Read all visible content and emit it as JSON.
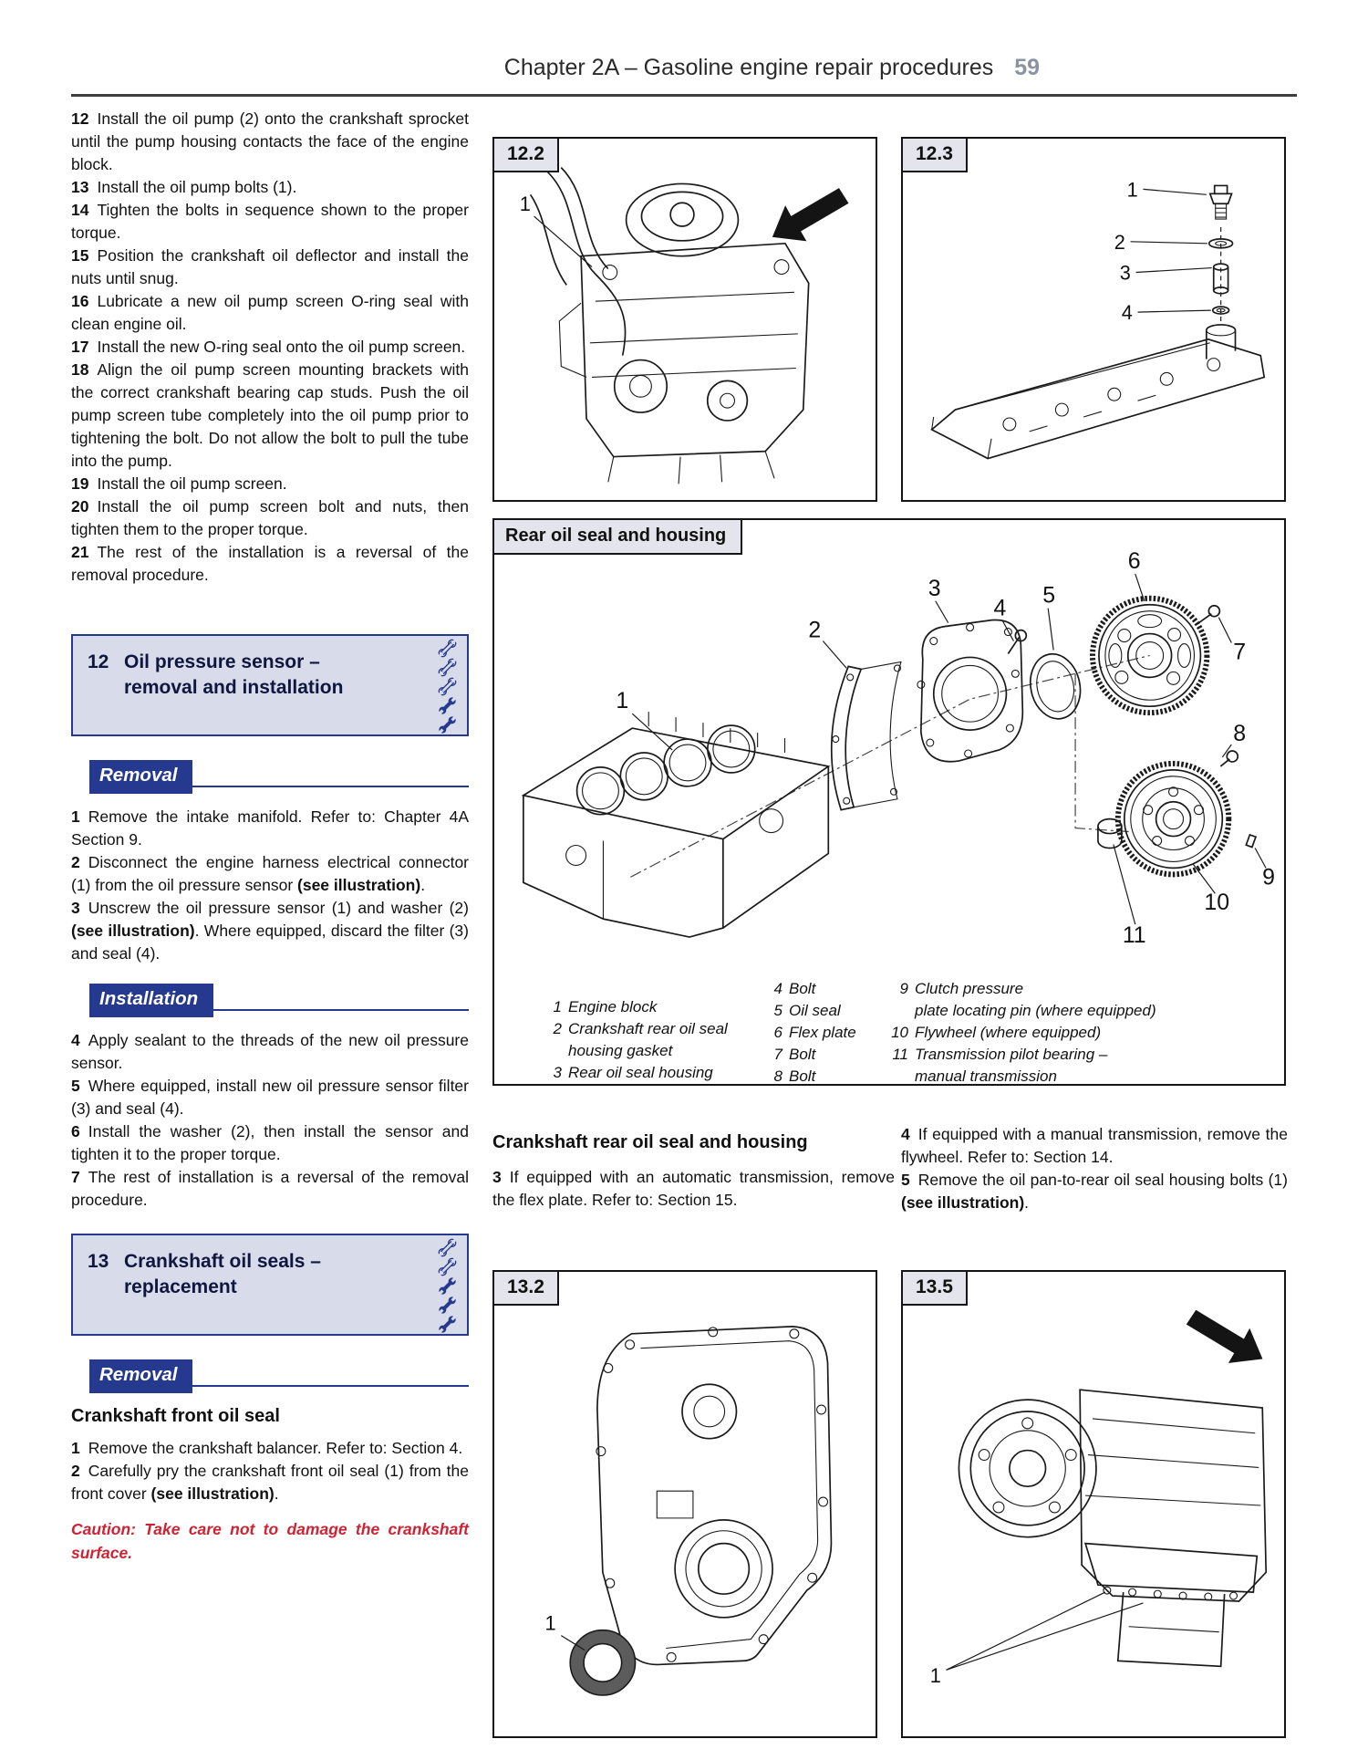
{
  "page": {
    "header_title": "Chapter 2A – Gasoline engine repair procedures",
    "page_number": "59"
  },
  "colors": {
    "accent_blue": "#253a8e",
    "panel_bg": "#d8dbe9",
    "caution_red": "#cf2233",
    "page_number_gray": "#8a93a2"
  },
  "left": {
    "steps_top": [
      {
        "num": "12",
        "segs": [
          {
            "t": "Install the oil pump (2) onto the crankshaft sprocket until the pump housing contacts the face of the engine block.",
            "b": false
          }
        ]
      },
      {
        "num": "13",
        "segs": [
          {
            "t": "Install the oil pump bolts (1).",
            "b": false
          }
        ]
      },
      {
        "num": "14",
        "segs": [
          {
            "t": "Tighten the bolts in sequence shown to the proper torque.",
            "b": false
          }
        ]
      },
      {
        "num": "15",
        "segs": [
          {
            "t": "Position the crankshaft oil deflector and install the nuts until snug.",
            "b": false
          }
        ]
      },
      {
        "num": "16",
        "segs": [
          {
            "t": "Lubricate a new oil pump screen O-ring seal with clean engine oil.",
            "b": false
          }
        ]
      },
      {
        "num": "17",
        "segs": [
          {
            "t": "Install the new O-ring seal onto the oil pump screen.",
            "b": false
          }
        ]
      },
      {
        "num": "18",
        "segs": [
          {
            "t": "Align the oil pump screen mounting brackets with the correct crankshaft bearing cap studs. Push the oil pump screen tube completely into the oil pump prior to tightening the bolt. Do not allow the bolt to pull the tube into the pump.",
            "b": false
          }
        ]
      },
      {
        "num": "19",
        "segs": [
          {
            "t": "Install the oil pump screen.",
            "b": false
          }
        ]
      },
      {
        "num": "20",
        "segs": [
          {
            "t": "Install the oil pump screen bolt and nuts, then tighten them to the proper torque.",
            "b": false
          }
        ]
      },
      {
        "num": "21",
        "segs": [
          {
            "t": "The rest of the installation is a reversal of the removal procedure.",
            "b": false
          }
        ]
      }
    ],
    "section_12": {
      "num": "12",
      "title": "Oil pressure sensor –\nremoval and installation",
      "spanners_filled": 2,
      "spanners_total": 5
    },
    "removal_heading": "Removal",
    "removal_steps": [
      {
        "num": "1",
        "segs": [
          {
            "t": "Remove the intake manifold. Refer to: Chapter 4A Section 9.",
            "b": false
          }
        ]
      },
      {
        "num": "2",
        "segs": [
          {
            "t": "Disconnect the engine harness electrical connector (1) from the oil pressure sensor ",
            "b": false
          },
          {
            "t": "(see illustration)",
            "b": true
          },
          {
            "t": ".",
            "b": false
          }
        ]
      },
      {
        "num": "3",
        "segs": [
          {
            "t": "Unscrew the oil pressure sensor (1) and washer (2) ",
            "b": false
          },
          {
            "t": "(see illustration)",
            "b": true
          },
          {
            "t": ". Where equipped, discard the filter (3) and seal (4).",
            "b": false
          }
        ]
      }
    ],
    "installation_heading": "Installation",
    "installation_steps": [
      {
        "num": "4",
        "segs": [
          {
            "t": "Apply sealant to the threads of the new oil pressure sensor.",
            "b": false
          }
        ]
      },
      {
        "num": "5",
        "segs": [
          {
            "t": "Where equipped, install new oil pressure sensor filter (3) and seal (4).",
            "b": false
          }
        ]
      },
      {
        "num": "6",
        "segs": [
          {
            "t": "Install the washer (2), then install the sensor and tighten it to the proper torque.",
            "b": false
          }
        ]
      },
      {
        "num": "7",
        "segs": [
          {
            "t": "The rest of installation is a reversal of the removal procedure.",
            "b": false
          }
        ]
      }
    ],
    "section_13": {
      "num": "13",
      "title": "Crankshaft oil seals –\nreplacement",
      "spanners_filled": 3,
      "spanners_total": 5
    },
    "removal2_heading": "Removal",
    "front_seal_heading": "Crankshaft front oil seal",
    "front_seal_steps": [
      {
        "num": "1",
        "segs": [
          {
            "t": "Remove the crankshaft balancer. Refer to: Section 4.",
            "b": false
          }
        ]
      },
      {
        "num": "2",
        "segs": [
          {
            "t": "Carefully pry the crankshaft front oil seal (1) from the front cover ",
            "b": false
          },
          {
            "t": "(see illustration)",
            "b": true
          },
          {
            "t": ".",
            "b": false
          }
        ]
      }
    ],
    "caution": "Caution: Take care not to damage the crankshaft surface."
  },
  "middle": {
    "rear_heading": "Crankshaft rear oil seal and housing",
    "rear_steps": [
      {
        "num": "3",
        "segs": [
          {
            "t": "If equipped with an automatic transmission, remove the flex plate. Refer to: Section 15.",
            "b": false
          }
        ]
      }
    ],
    "right_steps": [
      {
        "num": "4",
        "segs": [
          {
            "t": "If equipped with a manual transmission, remove the flywheel. Refer to: Section 14.",
            "b": false
          }
        ]
      },
      {
        "num": "5",
        "segs": [
          {
            "t": "Remove the oil pan-to-rear oil seal housing bolts (1) ",
            "b": false
          },
          {
            "t": "(see illustration)",
            "b": true
          },
          {
            "t": ".",
            "b": false
          }
        ]
      }
    ]
  },
  "figures": {
    "fig_12_2": {
      "label": "12.2",
      "callouts": [
        "1"
      ]
    },
    "fig_12_3": {
      "label": "12.3",
      "callouts": [
        "1",
        "2",
        "3",
        "4"
      ]
    },
    "rear": {
      "title": "Rear oil seal and housing",
      "callouts": [
        "1",
        "2",
        "3",
        "4",
        "5",
        "6",
        "7",
        "8",
        "9",
        "10",
        "11"
      ],
      "legend_cols": [
        [
          {
            "num": "1",
            "text": "Engine block"
          },
          {
            "num": "2",
            "text": "Crankshaft rear oil seal\nhousing gasket"
          },
          {
            "num": "3",
            "text": "Rear oil seal housing"
          }
        ],
        [
          {
            "num": "4",
            "text": "Bolt"
          },
          {
            "num": "5",
            "text": "Oil seal"
          },
          {
            "num": "6",
            "text": "Flex plate"
          },
          {
            "num": "7",
            "text": "Bolt"
          },
          {
            "num": "8",
            "text": "Bolt"
          }
        ],
        [
          {
            "num": "9",
            "text": "Clutch pressure\nplate locating pin (where equipped)"
          },
          {
            "num": "10",
            "text": "Flywheel (where equipped)"
          },
          {
            "num": "11",
            "text": "Transmission pilot bearing –\nmanual transmission"
          }
        ]
      ]
    },
    "fig_13_2": {
      "label": "13.2",
      "callouts": [
        "1"
      ]
    },
    "fig_13_5": {
      "label": "13.5",
      "callouts": [
        "1"
      ]
    }
  }
}
